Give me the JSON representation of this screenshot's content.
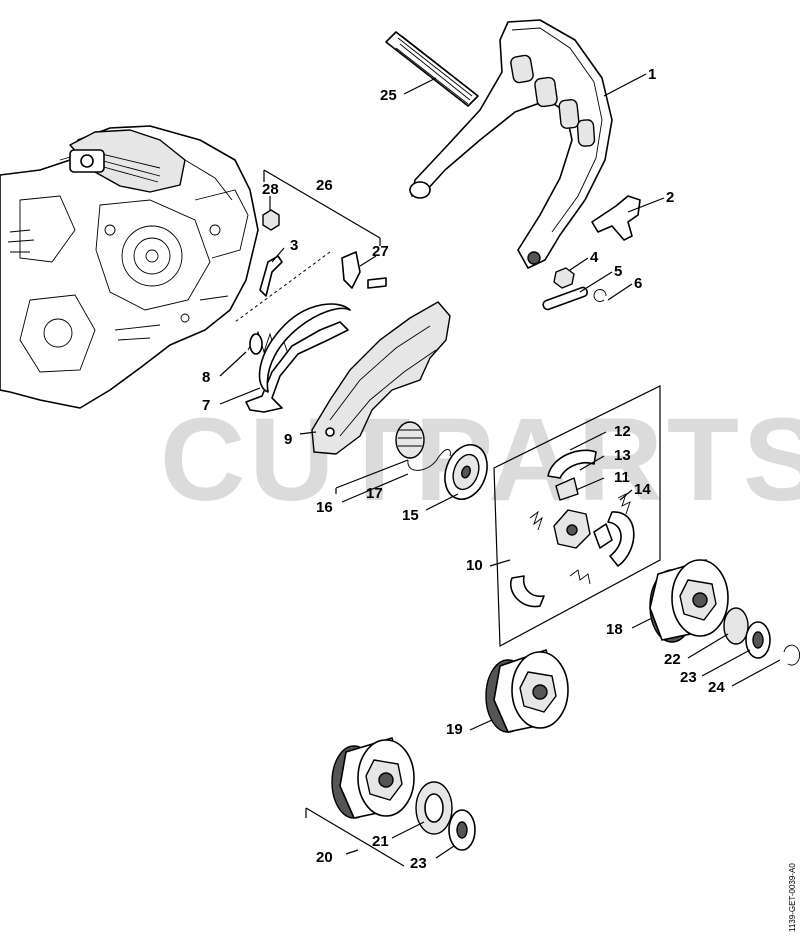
{
  "watermark": "CUTPARTS",
  "document_id": "1139-GET-0039-A0",
  "callouts": [
    {
      "id": "c1",
      "label": "1"
    },
    {
      "id": "c2",
      "label": "2"
    },
    {
      "id": "c3",
      "label": "3"
    },
    {
      "id": "c4",
      "label": "4"
    },
    {
      "id": "c5",
      "label": "5"
    },
    {
      "id": "c6",
      "label": "6"
    },
    {
      "id": "c7",
      "label": "7"
    },
    {
      "id": "c8",
      "label": "8"
    },
    {
      "id": "c9",
      "label": "9"
    },
    {
      "id": "c10",
      "label": "10"
    },
    {
      "id": "c11",
      "label": "11"
    },
    {
      "id": "c12",
      "label": "12"
    },
    {
      "id": "c13",
      "label": "13"
    },
    {
      "id": "c14",
      "label": "14"
    },
    {
      "id": "c15",
      "label": "15"
    },
    {
      "id": "c16",
      "label": "16"
    },
    {
      "id": "c17",
      "label": "17"
    },
    {
      "id": "c18",
      "label": "18"
    },
    {
      "id": "c19",
      "label": "19"
    },
    {
      "id": "c20",
      "label": "20"
    },
    {
      "id": "c21",
      "label": "21"
    },
    {
      "id": "c22",
      "label": "22"
    },
    {
      "id": "c23a",
      "label": "23"
    },
    {
      "id": "c23b",
      "label": "23"
    },
    {
      "id": "c24",
      "label": "24"
    },
    {
      "id": "c25",
      "label": "25"
    },
    {
      "id": "c26",
      "label": "26"
    },
    {
      "id": "c27",
      "label": "27"
    },
    {
      "id": "c28",
      "label": "28"
    }
  ]
}
